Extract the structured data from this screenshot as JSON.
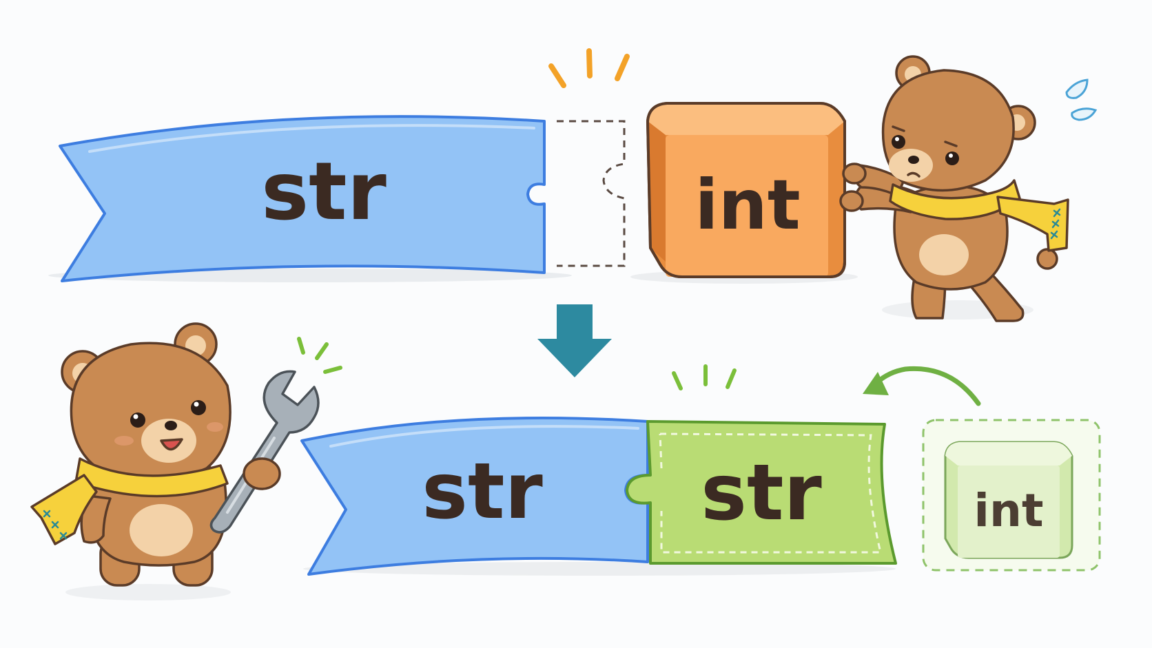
{
  "top_row": {
    "string_piece_label": "str",
    "int_block_label": "int"
  },
  "bottom_row": {
    "string_piece_label": "str",
    "converted_piece_label": "str",
    "ghost_int_label": "int"
  },
  "colors": {
    "string_blue": "#93c3f6",
    "string_outline": "#3d7de0",
    "int_orange": "#f9a95f",
    "converted_green": "#b9dc74",
    "ghost_green": "#e3f1cb",
    "arrow_teal": "#2d8aa0",
    "bear_brown": "#c98a52",
    "scarf_yellow": "#f6d13c"
  }
}
